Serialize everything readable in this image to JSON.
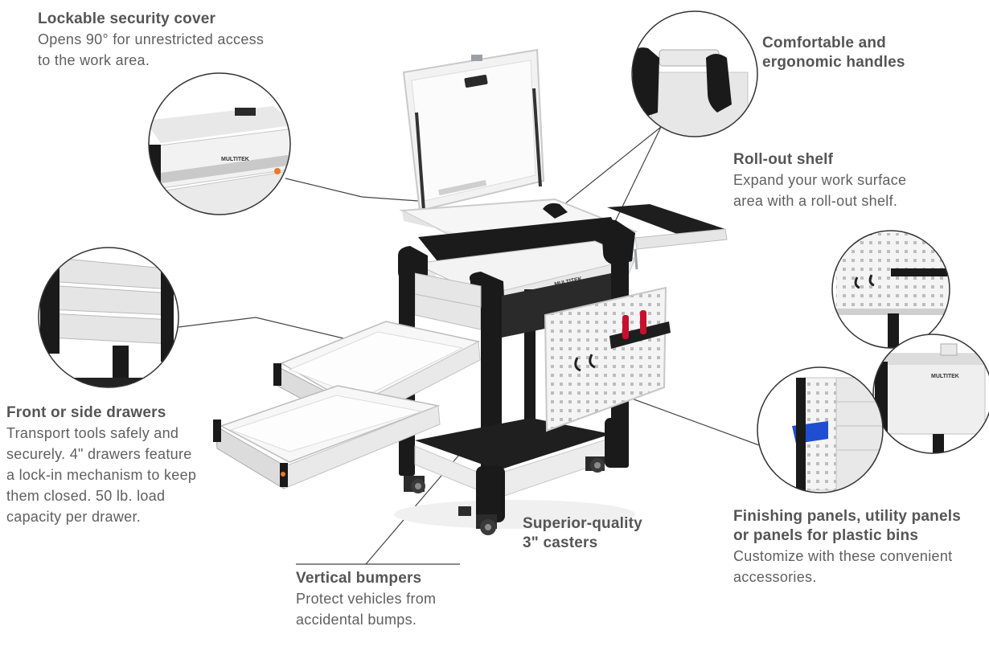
{
  "brand_label": "MULTITEK",
  "colors": {
    "frame": "#1a1a1a",
    "panel": "#eeeeee",
    "trim": "#9aa0a6",
    "accent": "#e8792b",
    "handle_red": "#c8102e",
    "bin_blue": "#1f4fd1",
    "callout_line": "#444444"
  },
  "callouts": {
    "security_cover": {
      "title": "Lockable security cover",
      "description": "Opens 90° for unrestricted access\nto the work area."
    },
    "handles": {
      "title": "Comfortable and\nergonomic handles",
      "description": ""
    },
    "rollout_shelf": {
      "title": "Roll-out shelf",
      "description": "Expand your work surface\narea with a roll-out shelf."
    },
    "drawers": {
      "title": "Front or side drawers",
      "description": "Transport tools safely and\nsecurely. 4\" drawers feature\na lock-in mechanism to keep\nthem closed. 50 lb. load\ncapacity per drawer."
    },
    "casters": {
      "title": "Superior-quality\n3\" casters",
      "description": ""
    },
    "bumpers": {
      "title": "Vertical bumpers",
      "description": "Protect vehicles from\naccidental bumps."
    },
    "panels": {
      "title": "Finishing panels, utility panels\nor panels for plastic bins",
      "description": "Customize with these convenient\naccessories."
    }
  }
}
